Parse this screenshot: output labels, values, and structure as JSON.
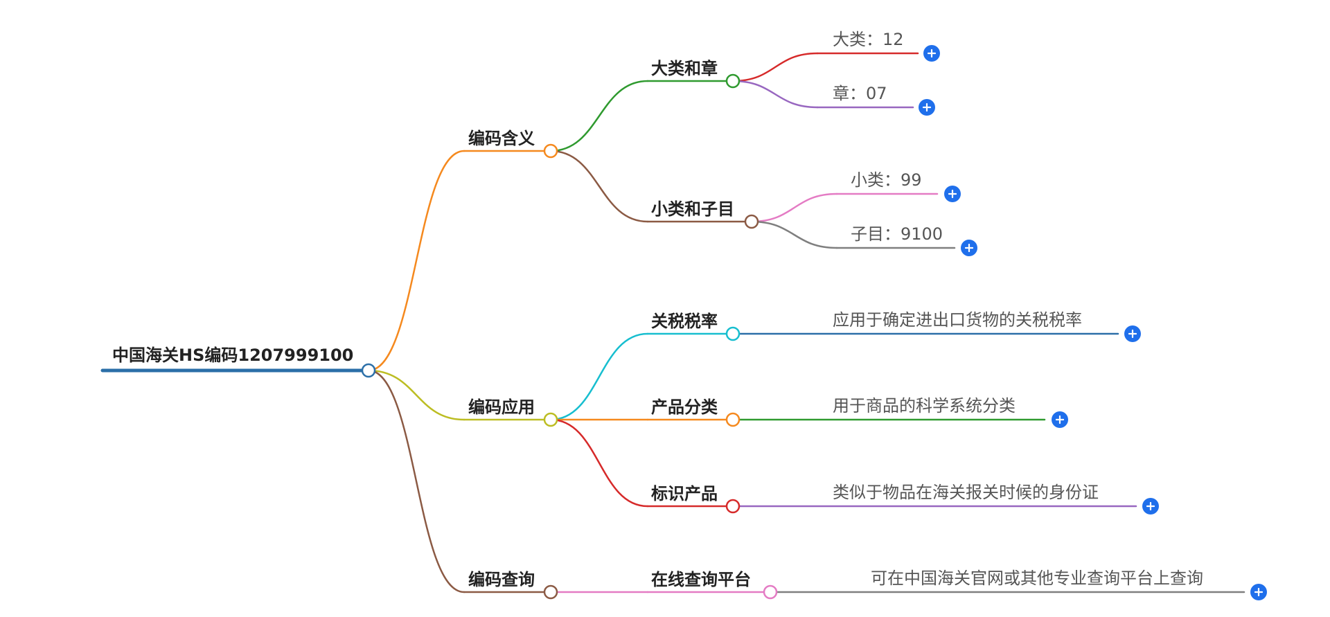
{
  "root": {
    "label": "中国海关HS编码1207999100",
    "color": "#2b6fa8"
  },
  "branches": [
    {
      "key": "meaning",
      "label": "编码含义",
      "color": "#f5891e",
      "children": [
        {
          "key": "class-chapter",
          "label": "大类和章",
          "color": "#2f9a2f",
          "leaves": [
            {
              "label": "大类：12",
              "color": "#d62a2a"
            },
            {
              "label": "章：07",
              "color": "#9867c0"
            }
          ]
        },
        {
          "key": "subclass-subheading",
          "label": "小类和子目",
          "color": "#8b5a44",
          "leaves": [
            {
              "label": "小类：99",
              "color": "#e47bc4"
            },
            {
              "label": "子目：9100",
              "color": "#7f7f7f"
            }
          ]
        }
      ]
    },
    {
      "key": "application",
      "label": "编码应用",
      "color": "#bcbd22",
      "children": [
        {
          "key": "tariff",
          "label": "关税税率",
          "color": "#17becf",
          "leaves": [
            {
              "label": "应用于确定进出口货物的关税税率",
              "color": "#2b6fa8"
            }
          ]
        },
        {
          "key": "classification",
          "label": "产品分类",
          "color": "#f5891e",
          "leaves": [
            {
              "label": "用于商品的科学系统分类",
              "color": "#2f9a2f"
            }
          ]
        },
        {
          "key": "identification",
          "label": "标识产品",
          "color": "#d62a2a",
          "leaves": [
            {
              "label": "类似于物品在海关报关时候的身份证",
              "color": "#9867c0"
            }
          ]
        }
      ]
    },
    {
      "key": "query",
      "label": "编码查询",
      "color": "#8b5a44",
      "children": [
        {
          "key": "online-platform",
          "label": "在线查询平台",
          "color": "#e47bc4",
          "leaves": [
            {
              "label": "可在中国海关官网或其他专业查询平台上查询",
              "color": "#7f7f7f"
            }
          ]
        }
      ]
    }
  ],
  "icons": {
    "expand": "plus-circle-icon"
  }
}
